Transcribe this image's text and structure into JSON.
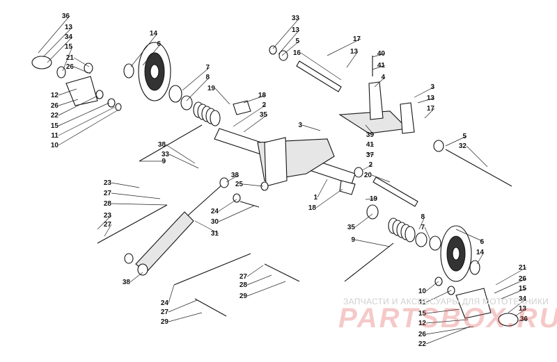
{
  "watermark": {
    "caption": "ЗАПЧАСТИ И АКСЕССУАРЫ ДЛЯ МОТОТЕХНИКИ",
    "brand": "PARTSBOX.RU",
    "brand_color": "#dc3c3c"
  },
  "callouts": [
    "36",
    "13",
    "34",
    "15",
    "21",
    "26",
    "12",
    "26",
    "22",
    "15",
    "11",
    "10",
    "14",
    "6",
    "7",
    "8",
    "19",
    "38",
    "33",
    "9",
    "23",
    "27",
    "28",
    "23",
    "27",
    "38",
    "24",
    "27",
    "29",
    "18",
    "2",
    "35",
    "3",
    "38",
    "25",
    "24",
    "30",
    "31",
    "1",
    "18",
    "19",
    "27",
    "28",
    "29",
    "33",
    "13",
    "5",
    "16",
    "17",
    "13",
    "40",
    "41",
    "4",
    "3",
    "13",
    "17",
    "39",
    "41",
    "37",
    "2",
    "20",
    "5",
    "32",
    "35",
    "9",
    "8",
    "7",
    "6",
    "14",
    "10",
    "11",
    "15",
    "12",
    "26",
    "22",
    "21",
    "26",
    "15",
    "34",
    "13",
    "36"
  ]
}
